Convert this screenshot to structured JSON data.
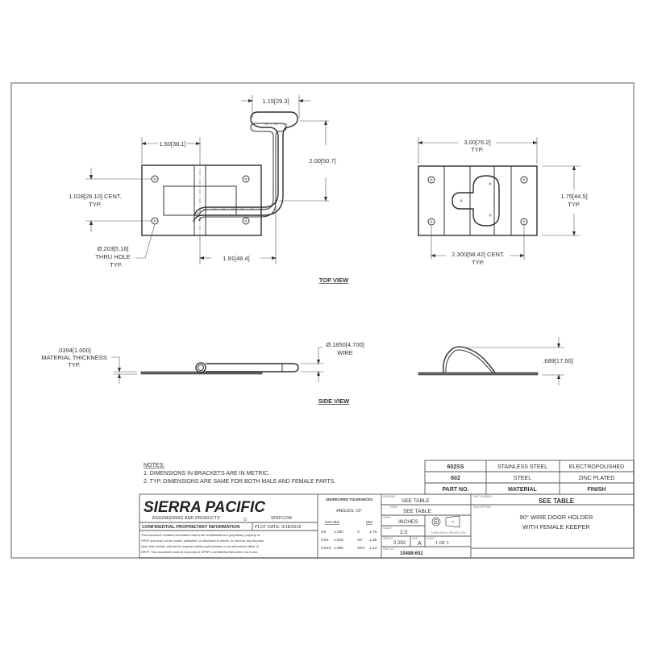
{
  "top_view": {
    "title": "TOP VIEW",
    "male": {
      "dim_width": "1.50[38.1]",
      "dim_loop_width": "1.15[29.3]",
      "dim_hook_height": "2.00[50.7]",
      "dim_hole_spacing": "1.028[26.10] CENT.",
      "dim_hole_spacing_typ": "TYP.",
      "dim_offset": "1.91[48.4]",
      "hole_note_1": "Ø.203[5.16]",
      "hole_note_2": "THRU HOLE",
      "hole_note_3": "TYP."
    },
    "female": {
      "dim_width": "3.00[76.2]",
      "dim_width_typ": "TYP.",
      "dim_height": "1.75[44.5]",
      "dim_height_typ": "TYP.",
      "dim_hole_spacing": "2.300[58.42] CENT.",
      "dim_hole_spacing_typ": "TYP."
    }
  },
  "side_view": {
    "title": "SIDE VIEW",
    "thickness_1": ".0394[1.000]",
    "thickness_2": "MATERIAL THICKNESS",
    "thickness_3": "TYP.",
    "wire_1": "Ø.1850[4.700]",
    "wire_2": "WIRE",
    "keeper_height": ".689[17.50]"
  },
  "notes": {
    "heading": "NOTES:",
    "items": [
      "1.   DIMENSIONS IN BRACKETS ARE IN METRIC.",
      "2.   TYP. DIMENSIONS ARE SAME FOR BOTH MALE AND FEMALE PARTS."
    ]
  },
  "parts_table": {
    "headers": [
      "PART NO.",
      "MATERIAL",
      "FINISH"
    ],
    "rows": [
      [
        "602SS",
        "STAINLESS STEEL",
        "ELECTROPOLISHED"
      ],
      [
        "602",
        "STEEL",
        "ZINC PLATED"
      ]
    ]
  },
  "title_block": {
    "company": "SIERRA PACIFIC",
    "company_sub": "ENGINEERING AND PRODUCTS",
    "website": "SPEP.COM",
    "confidential": "CONFIDENTIAL PROPRIETARY INFORMATION",
    "plot_date_label": "PLOT DATE:",
    "plot_date": "3/18/2015",
    "disclaimer": [
      "This document contains information that is the confidential and proprietary property of",
      "SPEP and may not be copied, published, or disclosed to others, or used for any purpose",
      "other than review, without the express written authorization of an authorized officer of",
      "SPEP. This document must be kept only in SPEP's confidential files when not in use."
    ],
    "tolerances": {
      "heading": "UNSPECIFIED TOLERANCES",
      "angles": "ANGLES: ±3°",
      "inches_label": "INCHES",
      "mm_label": "MM",
      "rows": [
        [
          "XX",
          "±.030",
          "X",
          "±.76"
        ],
        [
          "XXX",
          "±.015",
          "XX",
          "±.38"
        ],
        [
          "XXXX",
          "±.005",
          "XXX",
          "±.13"
        ]
      ]
    },
    "material_label": "MATERIAL",
    "material": "SEE TABLE",
    "finish_label": "FINISH",
    "finish": "SEE TABLE",
    "units_label": "UNITS",
    "units": "INCHES",
    "scale_label": "SCALE",
    "scale": "2:3",
    "projection_label": "THIRD ANGLE PROJECTION",
    "weight_label": "WEIGHT",
    "weight": "0.292",
    "size_label": "SIZE",
    "size": "A",
    "sheet_label": "SHEET",
    "sheet": "1  OF  1",
    "dwg_label": "DWG NO.",
    "dwg_no": "10488-602",
    "part_number_label": "PART NUMBER",
    "part_number": "SEE TABLE",
    "description_label": "DESCRIPTION",
    "description_1": "90° WIRE DOOR HOLDER",
    "description_2": "WITH FEMALE KEEPER"
  }
}
